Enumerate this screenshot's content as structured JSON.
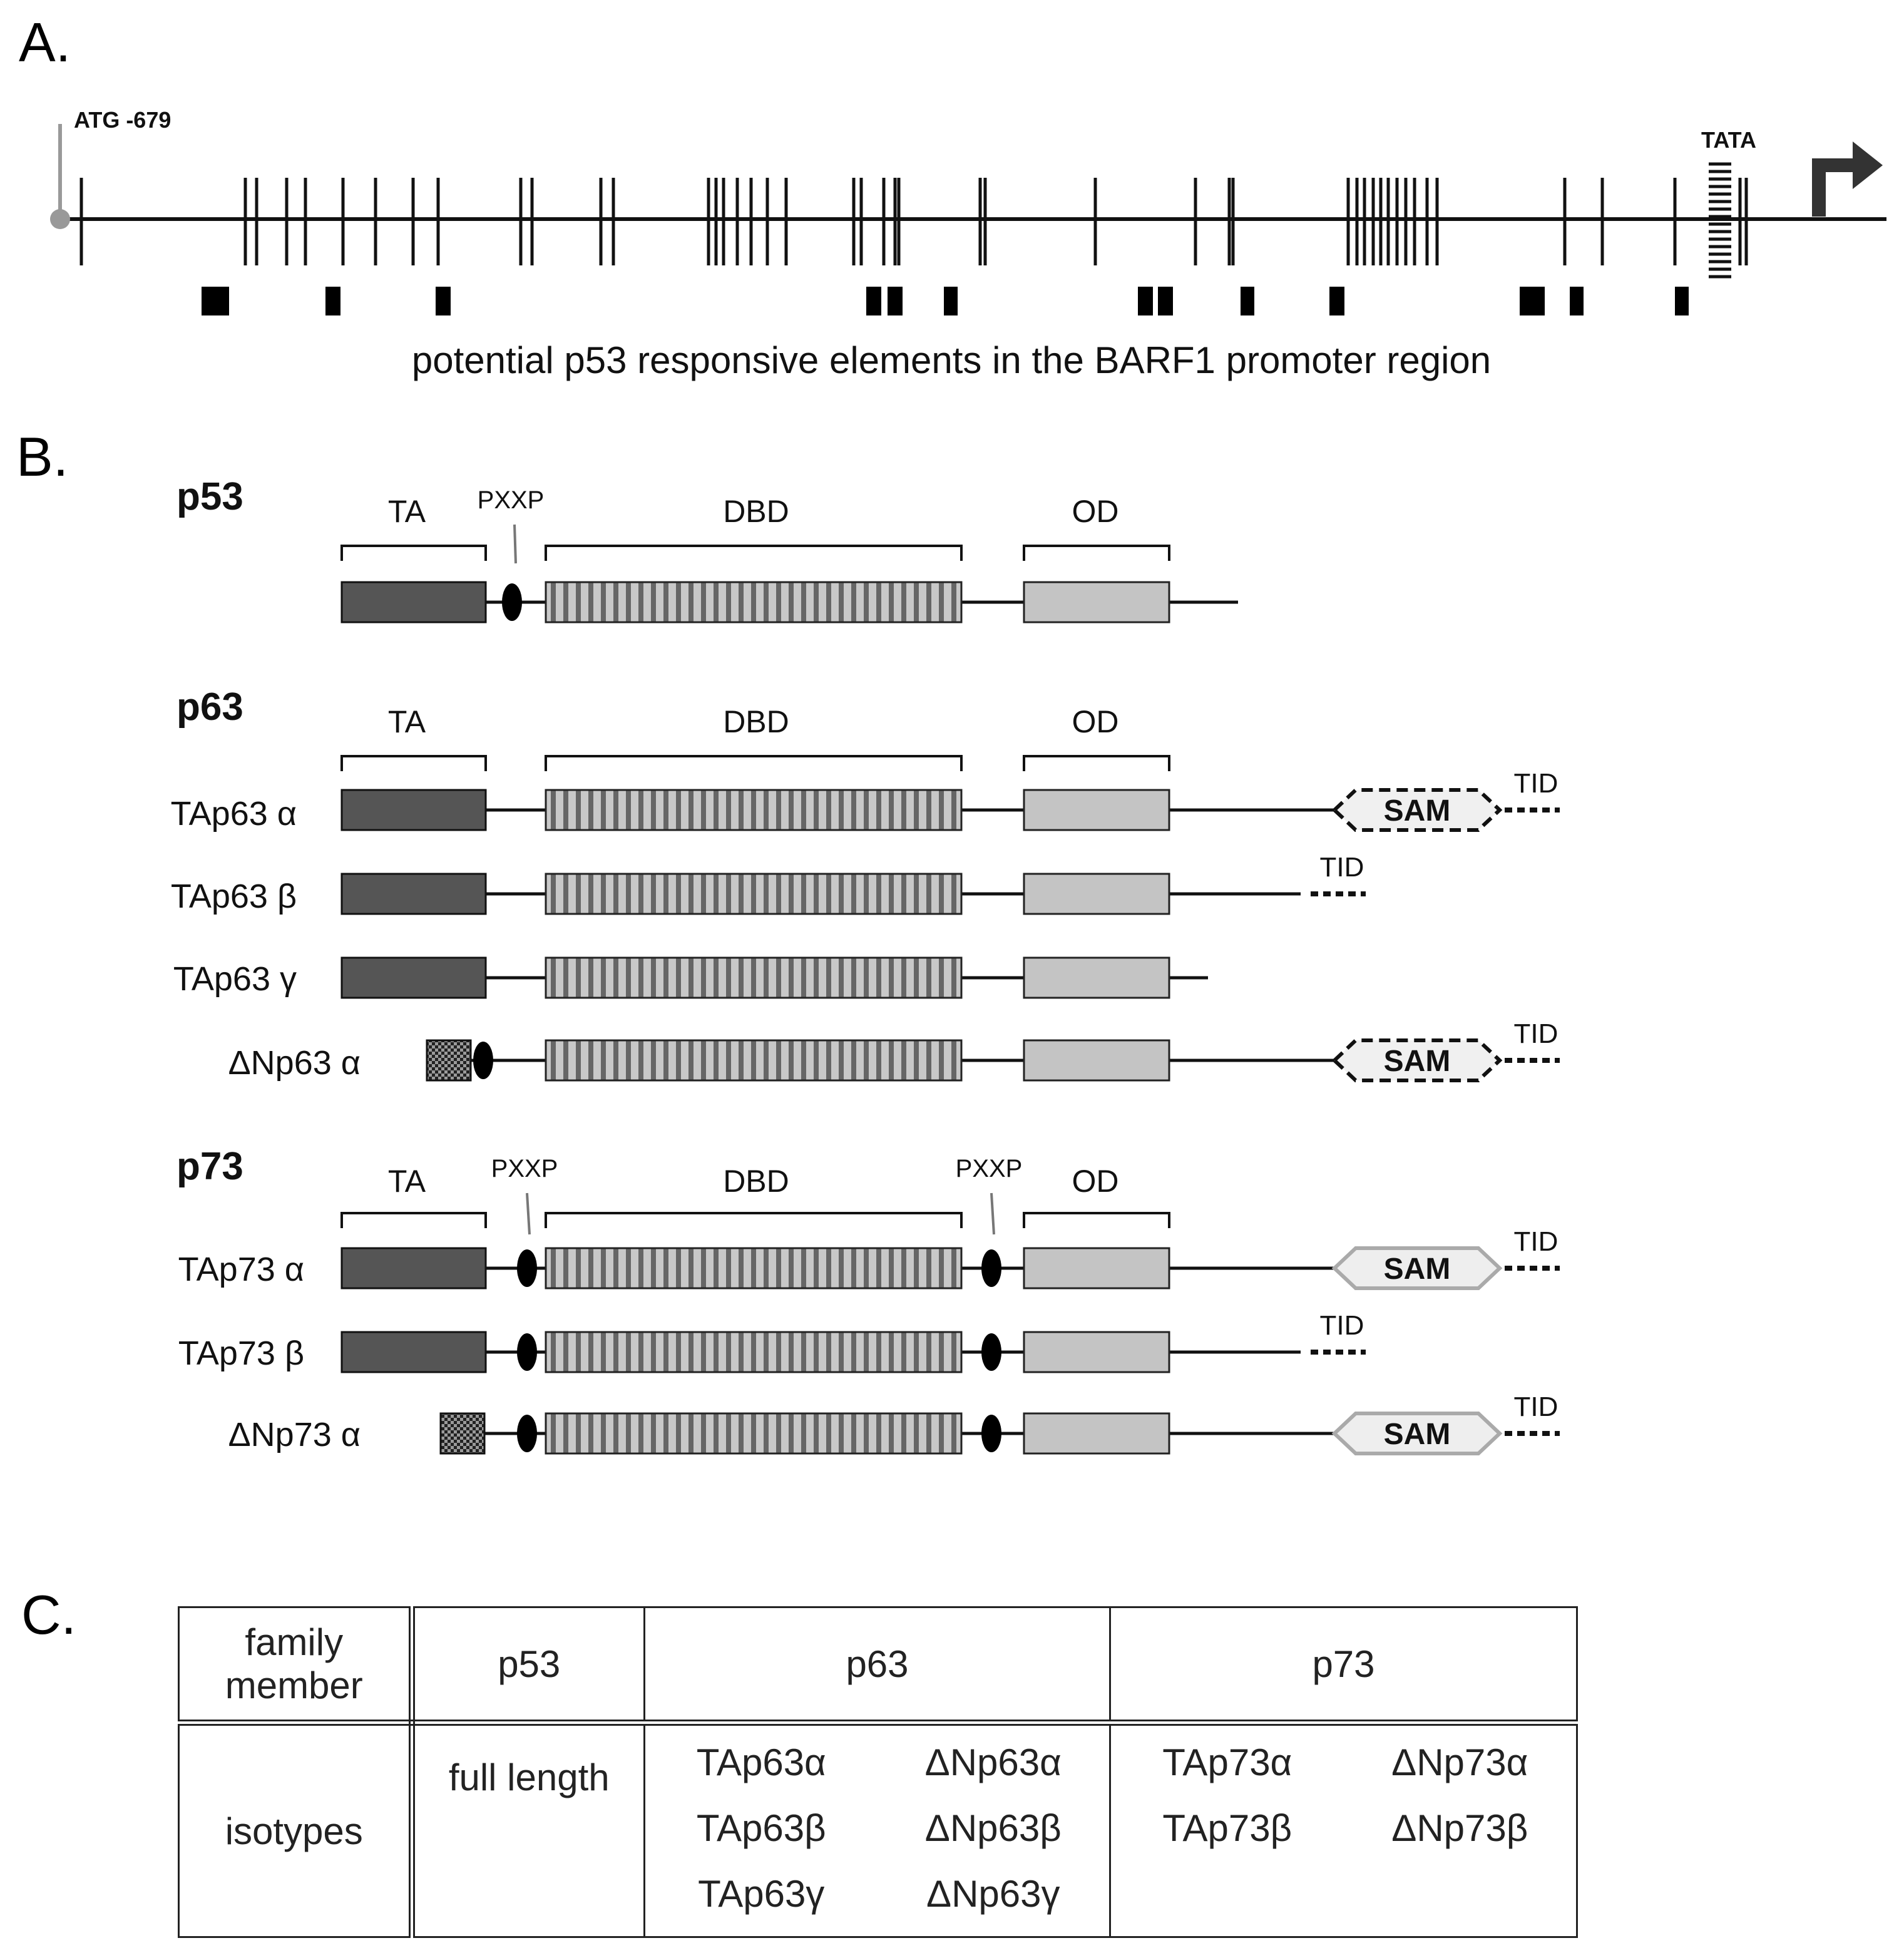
{
  "panels": {
    "a": "A.",
    "b": "B.",
    "c": "C."
  },
  "panel_a": {
    "atg_label": "ATG -679",
    "tata_label": "TATA",
    "caption": "potential p53 responsive elements in the BARF1 promoter region"
  },
  "panel_b": {
    "groups": [
      {
        "name": "p53",
        "domain_labels": {
          "ta": "TA",
          "pxxp1": "PXXP",
          "dbd": "DBD",
          "od": "OD"
        }
      },
      {
        "name": "p63",
        "domain_labels": {
          "ta": "TA",
          "dbd": "DBD",
          "od": "OD"
        }
      },
      {
        "name": "p73",
        "domain_labels": {
          "ta": "TA",
          "pxxp1": "PXXP",
          "dbd": "DBD",
          "pxxp2": "PXXP",
          "od": "OD"
        }
      }
    ],
    "isoforms": [
      {
        "label": "TAp63 α"
      },
      {
        "label": "TAp63 β"
      },
      {
        "label": "TAp63 γ"
      },
      {
        "label": "ΔNp63 α"
      },
      {
        "label": "TAp73 α"
      },
      {
        "label": "TAp73 β"
      },
      {
        "label": "ΔNp73 α"
      }
    ],
    "sam_label": "SAM",
    "tid_label": "TID",
    "colors": {
      "ta": "#555555",
      "dbd_stripe_dark": "#666666",
      "dbd_stripe_light": "#c8c8c8",
      "od": "#c4c4c4",
      "sam_p63_fill": "#f0f0f0",
      "sam_p73_fill": "#eeeeee",
      "sam_p73_stroke": "#aaaaaa",
      "atg_stem": "#999999"
    }
  },
  "panel_c": {
    "header": {
      "col1": "family member",
      "p53": "p53",
      "p63": "p63",
      "p73": "p73"
    },
    "row_label": "isotypes",
    "p53_isotypes": "full length",
    "p63_isotypes": [
      "TAp63α",
      "ΔNp63α",
      "TAp63β",
      "ΔNp63β",
      "TAp63γ",
      "ΔNp63γ"
    ],
    "p73_isotypes": [
      "TAp73α",
      "ΔNp73α",
      "TAp73β",
      "ΔNp73β"
    ]
  }
}
